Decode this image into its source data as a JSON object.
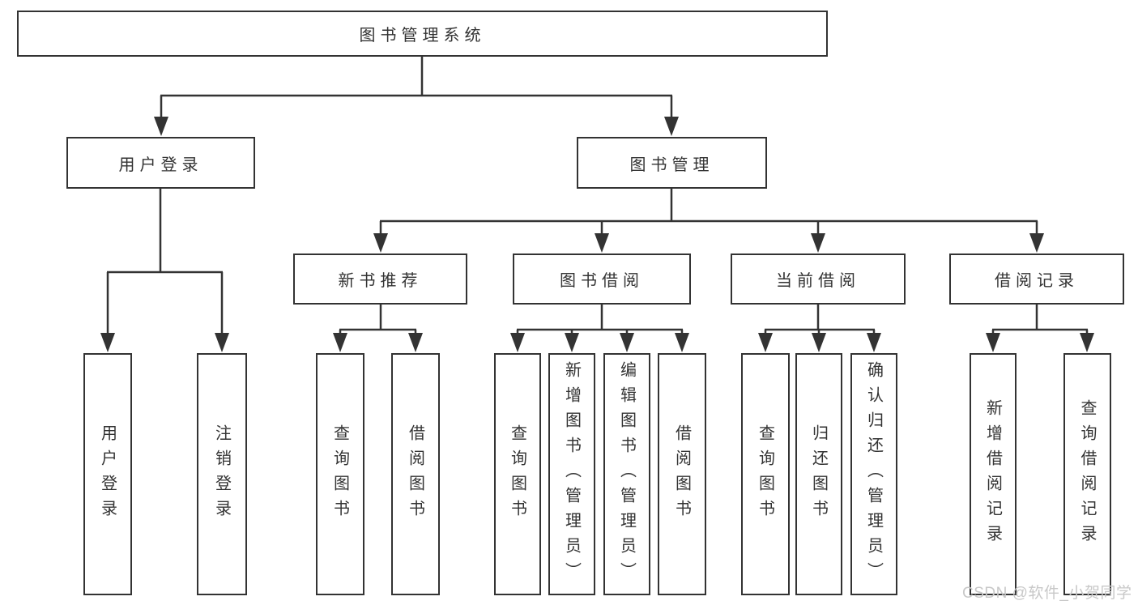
{
  "tree": {
    "label": "图书管理系统",
    "children": [
      {
        "label": "用户登录",
        "children": [
          {
            "label": "用户登录"
          },
          {
            "label": "注销登录"
          }
        ]
      },
      {
        "label": "图书管理",
        "children": [
          {
            "label": "新书推荐",
            "children": [
              {
                "label": "查询图书"
              },
              {
                "label": "借阅图书"
              }
            ]
          },
          {
            "label": "图书借阅",
            "children": [
              {
                "label": "查询图书"
              },
              {
                "label": "新增图书（管理员）"
              },
              {
                "label": "编辑图书（管理员）"
              },
              {
                "label": "借阅图书"
              }
            ]
          },
          {
            "label": "当前借阅",
            "children": [
              {
                "label": "查询图书"
              },
              {
                "label": "归还图书"
              },
              {
                "label": "确认归还（管理员）"
              }
            ]
          },
          {
            "label": "借阅记录",
            "children": [
              {
                "label": "新增借阅记录"
              },
              {
                "label": "查询借阅记录"
              }
            ]
          }
        ]
      }
    ]
  },
  "watermark": {
    "text": "CSDN @软件_小贺同学"
  },
  "colors": {
    "line": "#333333",
    "box_border": "#333333",
    "text": "#333333",
    "watermark": "#c8c8c8",
    "background": "#ffffff"
  }
}
